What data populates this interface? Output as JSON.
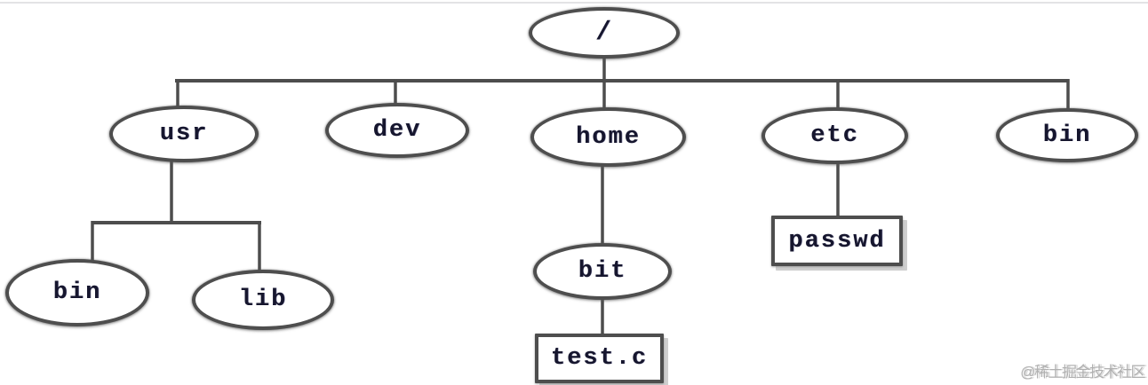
{
  "nodes": {
    "root": {
      "label": "/",
      "shape": "ellipse"
    },
    "usr": {
      "label": "usr",
      "shape": "ellipse"
    },
    "dev": {
      "label": "dev",
      "shape": "ellipse"
    },
    "home": {
      "label": "home",
      "shape": "ellipse"
    },
    "etc": {
      "label": "etc",
      "shape": "ellipse"
    },
    "bin_top": {
      "label": "bin",
      "shape": "ellipse"
    },
    "usr_bin": {
      "label": "bin",
      "shape": "ellipse"
    },
    "usr_lib": {
      "label": "lib",
      "shape": "ellipse"
    },
    "bit": {
      "label": "bit",
      "shape": "ellipse"
    },
    "passwd": {
      "label": "passwd",
      "shape": "box"
    },
    "test_c": {
      "label": "test.c",
      "shape": "box"
    }
  },
  "edges": [
    [
      "root",
      "usr"
    ],
    [
      "root",
      "dev"
    ],
    [
      "root",
      "home"
    ],
    [
      "root",
      "etc"
    ],
    [
      "root",
      "bin_top"
    ],
    [
      "usr",
      "usr_bin"
    ],
    [
      "usr",
      "usr_lib"
    ],
    [
      "home",
      "bit"
    ],
    [
      "bit",
      "test_c"
    ],
    [
      "etc",
      "passwd"
    ]
  ],
  "watermark": {
    "text": "@稀土掘金技术社区"
  },
  "colors": {
    "background": "#ffffff",
    "line": "#4d4d4d",
    "node_border": "#4e4e4e",
    "text": "#16162e",
    "watermark": "#a3a3a3"
  }
}
